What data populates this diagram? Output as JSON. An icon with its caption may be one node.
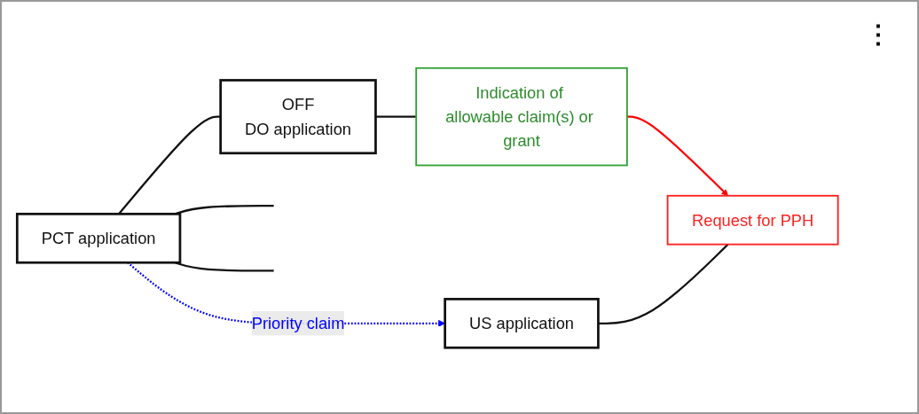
{
  "diagram": {
    "nodes": [
      {
        "text": [
          "PCT application"
        ]
      },
      {
        "text": [
          "OFF",
          "DO application"
        ]
      },
      {
        "text": [
          "Indication of allowable claim(s) or grant"
        ]
      },
      {
        "text": [
          "US application"
        ]
      },
      {
        "text": [
          "Request for PPH"
        ]
      }
    ],
    "edges": [
      {
        "from": 0,
        "to": 1,
        "arrow": "none"
      },
      {
        "from": 0,
        "to": null,
        "arrow": "none"
      },
      {
        "from": 0,
        "to": null,
        "arrow": "none"
      },
      {
        "from": 1,
        "to": 2,
        "arrow": "none"
      },
      {
        "from": 0,
        "to": 3,
        "arrow": "to",
        "label": "Priority claim",
        "style": "dashed",
        "color": "#0000ff"
      },
      {
        "from": 2,
        "to": 4,
        "arrow": "to",
        "color": "#ff0000"
      },
      {
        "from": 3,
        "to": 4,
        "arrow": "none"
      }
    ],
    "labels": [
      "⋮"
    ]
  }
}
